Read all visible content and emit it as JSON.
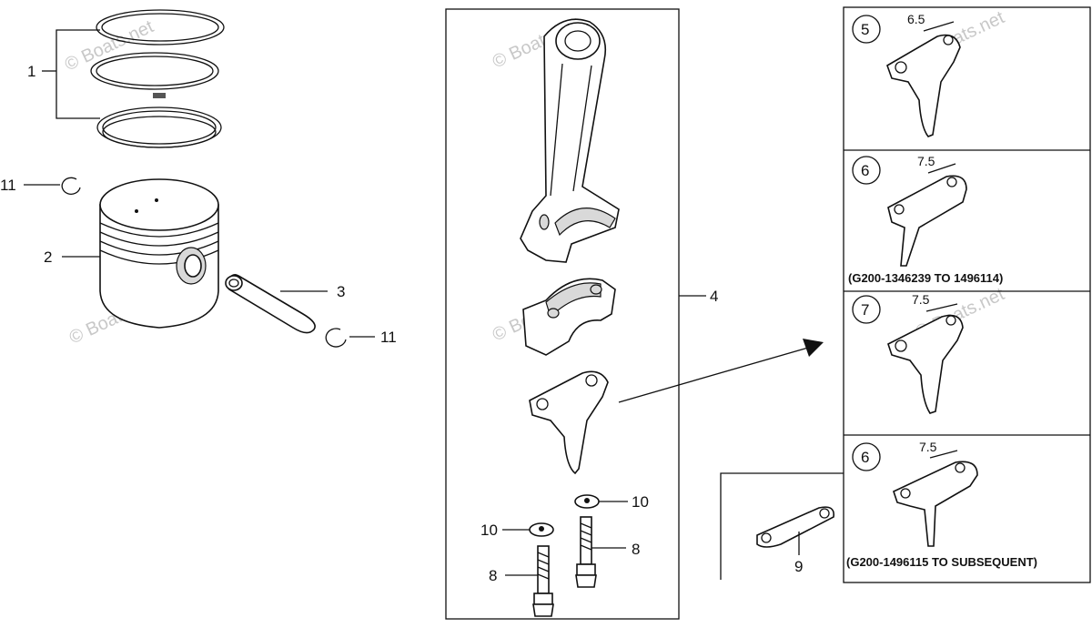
{
  "watermark": "© Boats.net",
  "callouts": {
    "rings": "1",
    "piston": "2",
    "pin": "3",
    "rod_assembly": "4",
    "bolt_left": "8",
    "bolt_right": "8",
    "plate": "9",
    "washer_left": "10",
    "washer_right": "10",
    "clip_left": "11",
    "clip_right": "11"
  },
  "variants": [
    {
      "number": "5",
      "dimension": "6.5",
      "range": ""
    },
    {
      "number": "6",
      "dimension": "7.5",
      "range": "(G200-1346239 TO 1496114)"
    },
    {
      "number": "7",
      "dimension": "7.5",
      "range": ""
    },
    {
      "number": "6",
      "dimension": "7.5",
      "range": "(G200-1496115 TO SUBSEQUENT)"
    }
  ]
}
